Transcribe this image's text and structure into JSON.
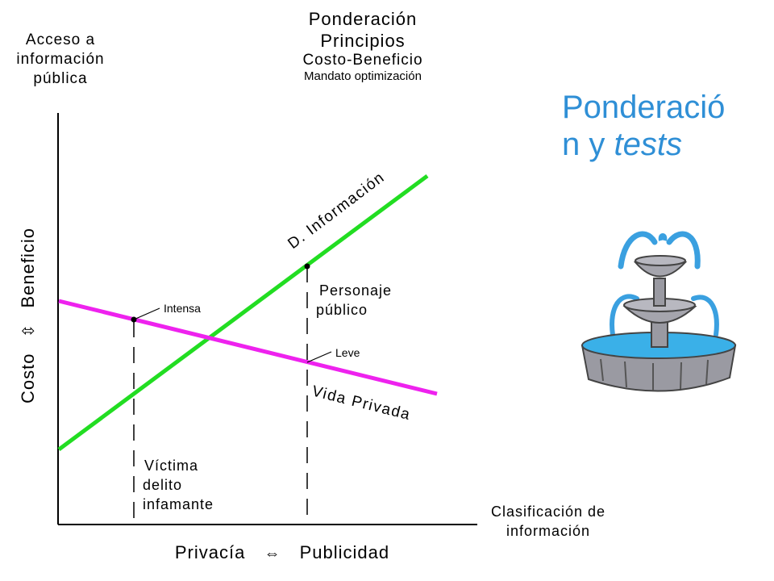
{
  "top_left": {
    "line1": "Acceso a",
    "line2": "información",
    "line3": "pública"
  },
  "top_center": {
    "line1": "Ponderación",
    "line2": "Principios",
    "line3": "Costo-Beneficio",
    "line4": "Mandato optimización"
  },
  "slide_title": {
    "part1": "Ponderació",
    "part2": "n y ",
    "part3_italic": "tests"
  },
  "y_axis": {
    "low": "Costo",
    "high": "Beneficio",
    "arrow": "⇳"
  },
  "x_axis": {
    "low": "Privacía",
    "high": "Publicidad",
    "arrow": "⇔"
  },
  "x_axis_caption": {
    "line1": "Clasificación de",
    "line2": "información"
  },
  "lines": {
    "green_label": "D. Información",
    "green_color": "#22dd22",
    "magenta_label": "Vida Privada",
    "magenta_color": "#ee22ee"
  },
  "annotations": {
    "intensa": "Intensa",
    "leve": "Leve",
    "personaje_line1": "Personaje",
    "personaje_line2": "público",
    "victima_line1": "Víctima",
    "victima_line2": "delito",
    "victima_line3": "infamante"
  }
}
